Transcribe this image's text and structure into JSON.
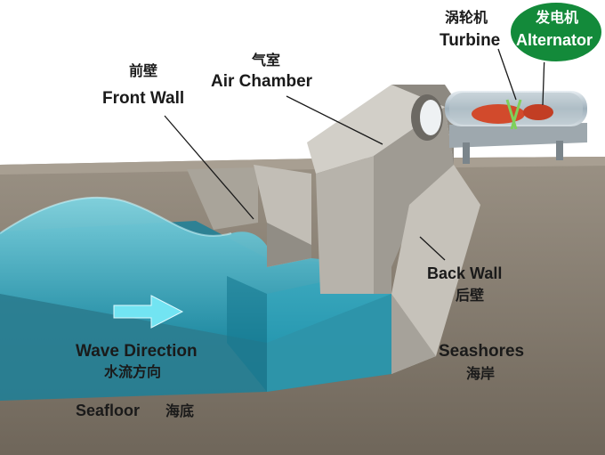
{
  "labels": {
    "front_wall": {
      "zh": "前壁",
      "en": "Front Wall"
    },
    "air_chamber": {
      "zh": "气室",
      "en": "Air Chamber"
    },
    "turbine": {
      "zh": "涡轮机",
      "en": "Turbine"
    },
    "alternator": {
      "zh": "发电机",
      "en": "Alternator"
    },
    "back_wall": {
      "en": "Back Wall",
      "zh": "后壁"
    },
    "wave_direction": {
      "en": "Wave Direction",
      "zh": "水流方向"
    },
    "seashores": {
      "en": "Seashores",
      "zh": "海岸"
    },
    "seafloor": {
      "en": "Seafloor",
      "zh": "海底"
    }
  },
  "colors": {
    "water": "#3fb3c8",
    "water_dark": "#1f8ea6",
    "concrete": "#b4b1aa",
    "concrete_dark": "#8c8982",
    "ground": "#8a8175",
    "alternator_badge": "#138a3a",
    "rotor": "#d24a2c",
    "arrow": "#6fe0ef"
  }
}
